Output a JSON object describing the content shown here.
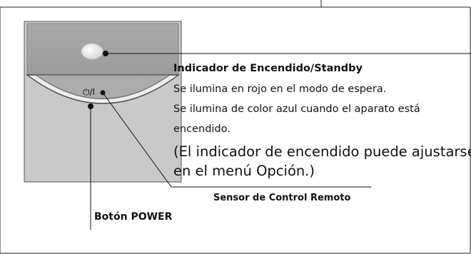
{
  "diagram": {
    "power_indicator": {
      "title": "Indicador de Encendido/Standby",
      "line1": "Se ilumina en rojo en el modo de espera.",
      "line2": "Se ilumina de color azul cuando el aparato está",
      "line3": "encendido.",
      "note_line1": "(El indicador de encendido puede ajustarse",
      "note_line2": "en el menú Opción.)"
    },
    "remote_sensor_label": "Sensor de Control Remoto",
    "power_button_label": "Botón POWER",
    "button_symbol": "⏻/I"
  }
}
